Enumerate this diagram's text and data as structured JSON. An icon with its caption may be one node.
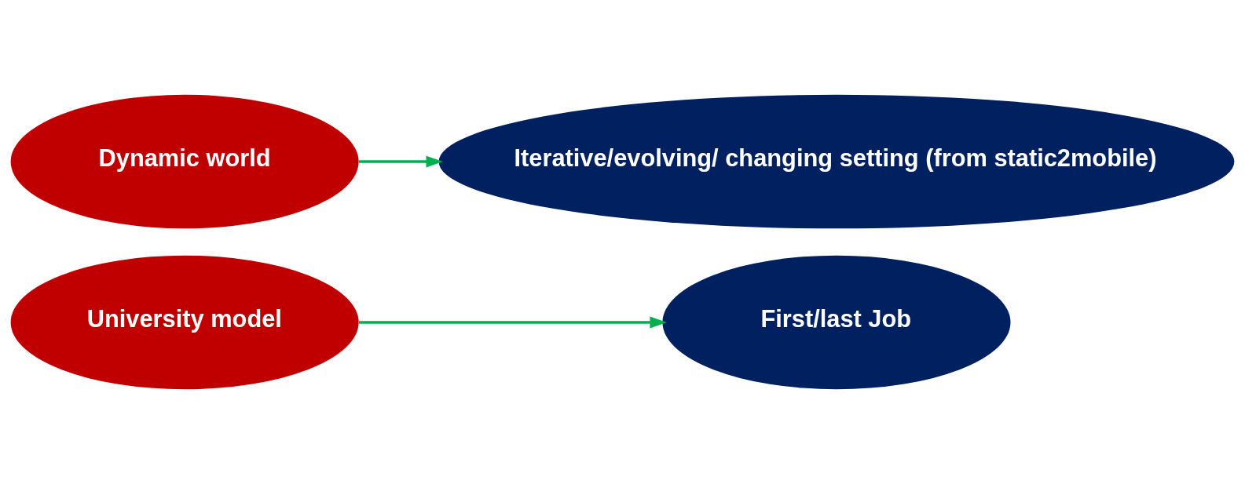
{
  "diagram": {
    "nodes": [
      {
        "text": [
          "University model"
        ]
      },
      {
        "text": [
          "First/last Job"
        ]
      },
      {
        "text": [
          "Dynamic world"
        ]
      },
      {
        "text": [
          "Iterative/evolving/ changing setting (from static2mobile)"
        ]
      }
    ],
    "edges": [
      {
        "from": 0,
        "to": 1,
        "arrow": "to"
      },
      {
        "from": 2,
        "to": 3,
        "arrow": "to"
      }
    ]
  }
}
